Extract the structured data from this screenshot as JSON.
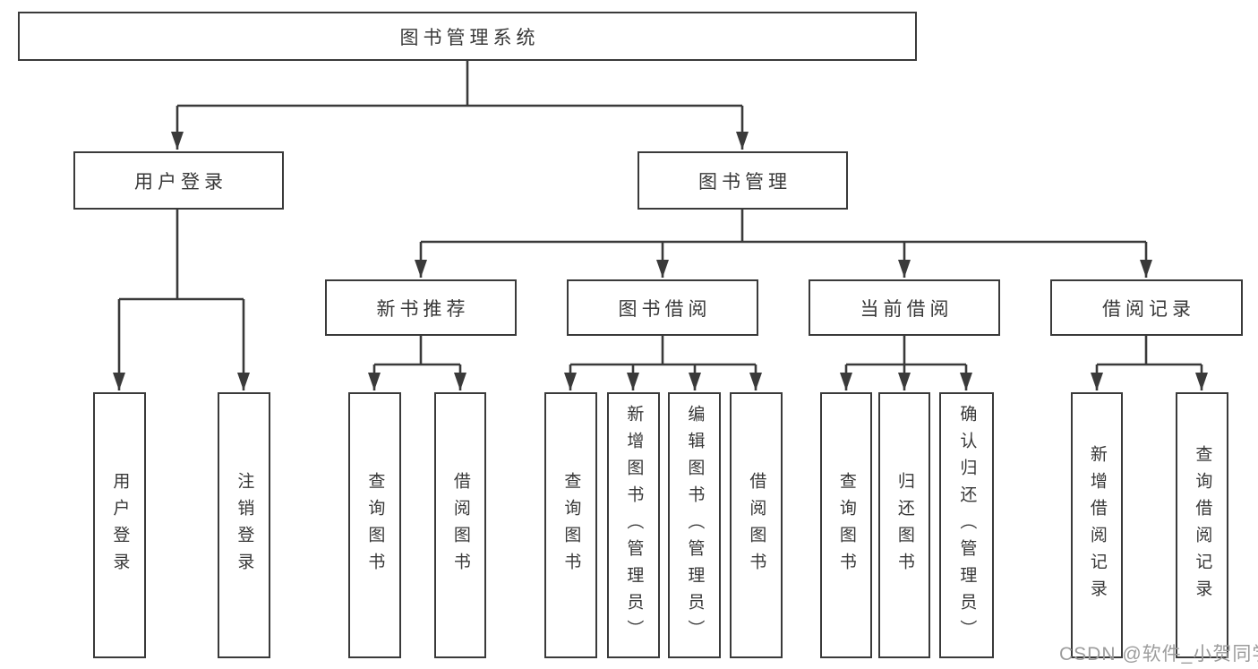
{
  "colors": {
    "background": "#ffffff",
    "stroke": "#3a3a3a",
    "text": "#383838",
    "watermark_text": "#9c9c9c"
  },
  "nodes": {
    "root": {
      "label": "图书管理系统"
    },
    "user_login": {
      "label": "用户登录"
    },
    "book_mgmt": {
      "label": "图书管理"
    },
    "new_book_rec": {
      "label": "新书推荐"
    },
    "book_borrow": {
      "label": "图书借阅"
    },
    "current_borrow": {
      "label": "当前借阅"
    },
    "borrow_records": {
      "label": "借阅记录"
    },
    "leaf_user_login": {
      "label": "用户登录"
    },
    "leaf_logout": {
      "label": "注销登录"
    },
    "leaf_nbr_query": {
      "label": "查询图书"
    },
    "leaf_nbr_borrow": {
      "label": "借阅图书"
    },
    "leaf_bb_query": {
      "label": "查询图书"
    },
    "leaf_bb_add": {
      "label": "新增图书（管理员）"
    },
    "leaf_bb_edit": {
      "label": "编辑图书（管理员）"
    },
    "leaf_bb_borrow": {
      "label": "借阅图书"
    },
    "leaf_cb_query": {
      "label": "查询图书"
    },
    "leaf_cb_return": {
      "label": "归还图书"
    },
    "leaf_cb_confirm": {
      "label": "确认归还（管理员）"
    },
    "leaf_br_add": {
      "label": "新增借阅记录"
    },
    "leaf_br_query": {
      "label": "查询借阅记录"
    }
  },
  "hierarchy": {
    "id": "root",
    "children": [
      {
        "id": "user_login",
        "children": [
          {
            "id": "leaf_user_login"
          },
          {
            "id": "leaf_logout"
          }
        ]
      },
      {
        "id": "book_mgmt",
        "children": [
          {
            "id": "new_book_rec",
            "children": [
              {
                "id": "leaf_nbr_query"
              },
              {
                "id": "leaf_nbr_borrow"
              }
            ]
          },
          {
            "id": "book_borrow",
            "children": [
              {
                "id": "leaf_bb_query"
              },
              {
                "id": "leaf_bb_add"
              },
              {
                "id": "leaf_bb_edit"
              },
              {
                "id": "leaf_bb_borrow"
              }
            ]
          },
          {
            "id": "current_borrow",
            "children": [
              {
                "id": "leaf_cb_query"
              },
              {
                "id": "leaf_cb_return"
              },
              {
                "id": "leaf_cb_confirm"
              }
            ]
          },
          {
            "id": "borrow_records",
            "children": [
              {
                "id": "leaf_br_add"
              },
              {
                "id": "leaf_br_query"
              }
            ]
          }
        ]
      }
    ]
  },
  "watermark": {
    "text": "CSDN @软件_小贺同学"
  }
}
